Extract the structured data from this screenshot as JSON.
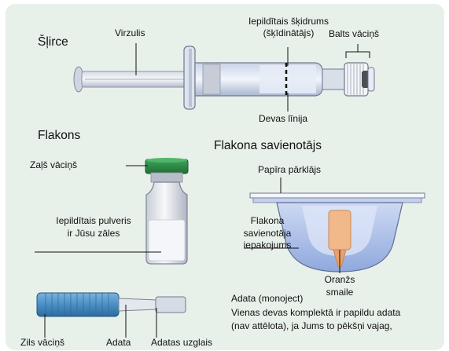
{
  "titles": {
    "syringe": "Šļirce",
    "vial": "Flakons",
    "adapter": "Flakona savienotājs"
  },
  "syringe_labels": {
    "plunger": "Virzulis",
    "prefilled_liquid": "Iepildītais šķidrums",
    "solvent": "(šķīdinātājs)",
    "white_cap": "Balts vāciņš",
    "dose_line": "Devas līnija"
  },
  "vial_labels": {
    "green_cap": "Zaļš vāciņš",
    "powder_line1": "Iepildītais pulveris",
    "powder_line2": "ir Jūsu zāles"
  },
  "adapter_labels": {
    "paper_cover": "Papīra pārklājs",
    "package_line1": "Flakona",
    "package_line2": "savienotāja",
    "package_line3": "iepakojums",
    "orange_line1": "Oranžs",
    "orange_line2": "smaile"
  },
  "needle_labels": {
    "blue_cap": "Zils vāciņš",
    "needle": "Adata",
    "needle_hub": "Adatas uzglais"
  },
  "needle_note": {
    "title": "Adata (monoject)",
    "line1": "Vienas devas komplektā ir papildu adata",
    "line2": "(nav attēlota), ja Jums to pēkšņi vajag,"
  },
  "colors": {
    "panel": "#e8f0ea",
    "green_cap": "#2f8a45",
    "blue_cap": "#4a8fc4",
    "orange_spike": "#f1b98a",
    "adapter_blue": "#9fb8e8"
  }
}
